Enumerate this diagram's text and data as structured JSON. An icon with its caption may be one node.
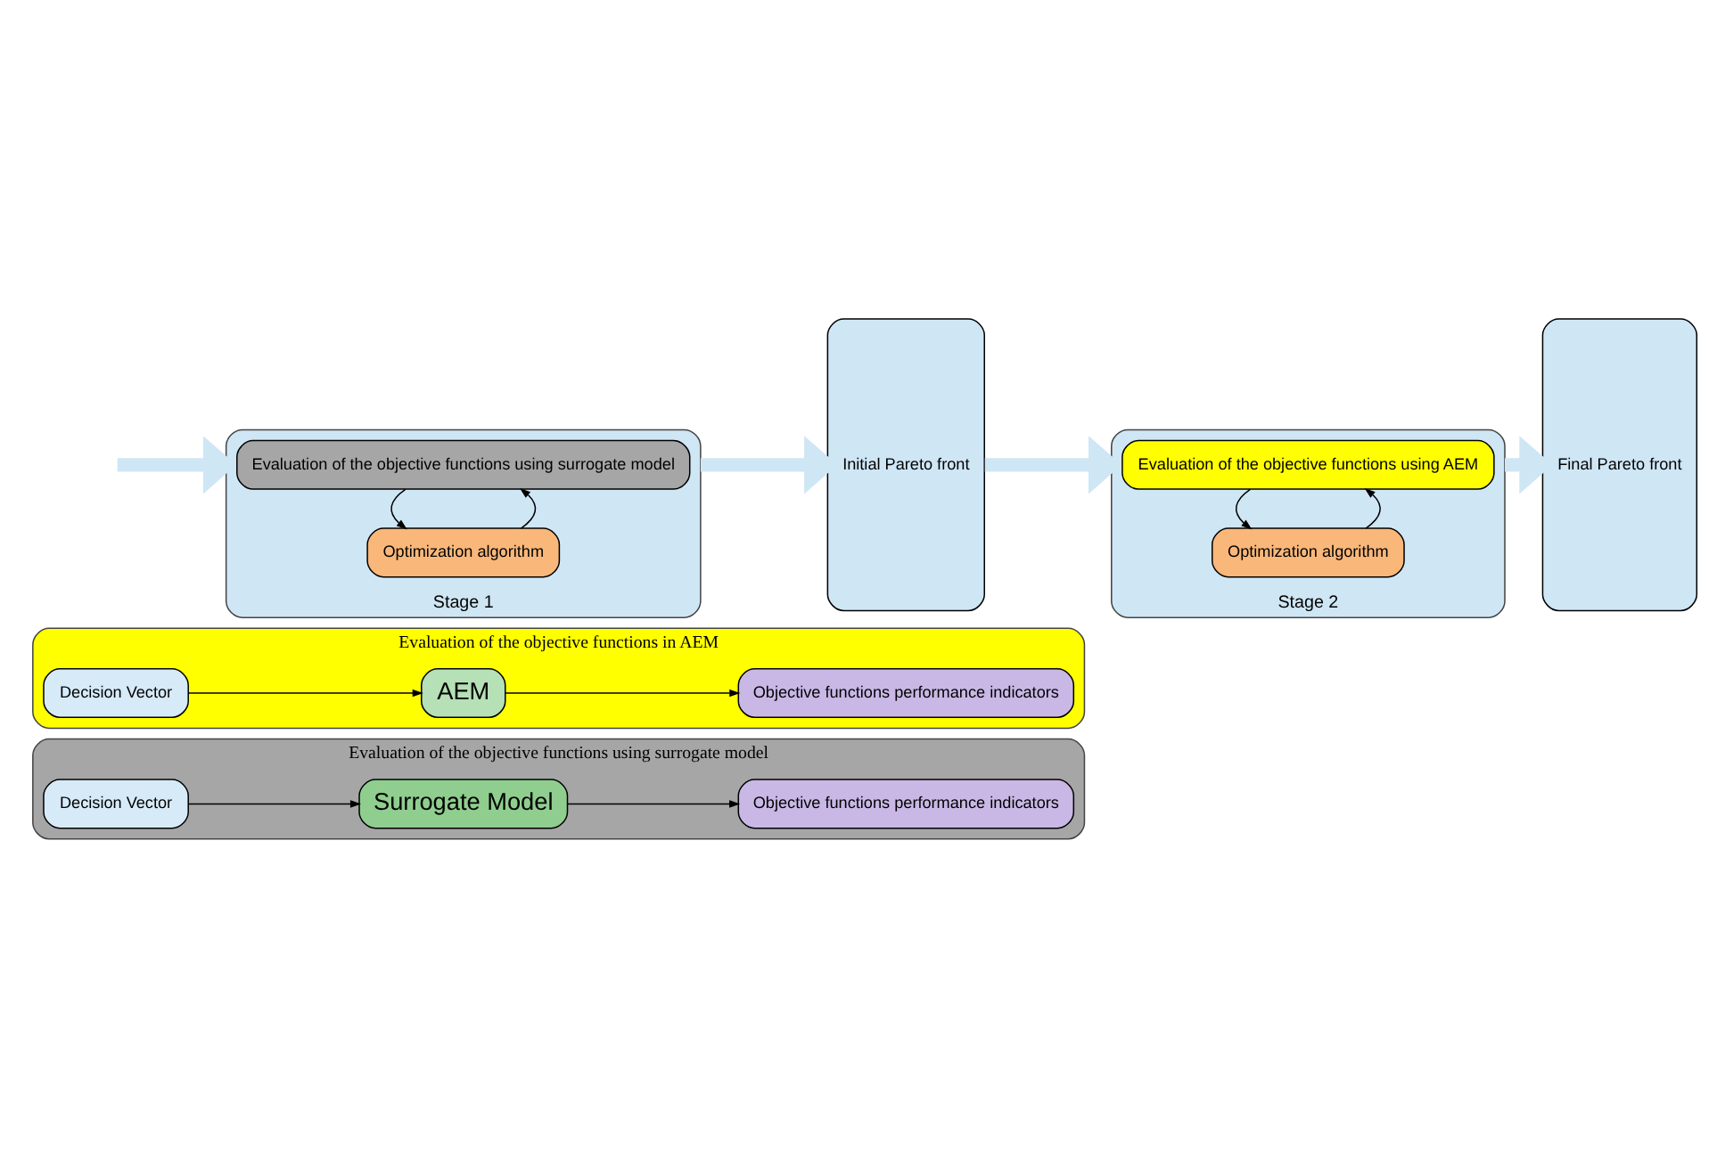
{
  "diagram": {
    "nodes": [
      {
        "text": [
          "Evaluation of the objective functions using surrogate model"
        ]
      },
      {
        "text": [
          "Decision Vector"
        ],
        "in": 0
      },
      {
        "text": [
          "Surrogate Model"
        ],
        "in": 0
      },
      {
        "text": [
          "Objective functions performance indicators"
        ],
        "in": 0
      },
      {
        "text": [
          "Evaluation of the objective functions in AEM"
        ]
      },
      {
        "text": [
          "Decision Vector"
        ],
        "in": 4
      },
      {
        "text": [
          "AEM"
        ],
        "in": 4
      },
      {
        "text": [
          "Objective functions performance indicators"
        ],
        "in": 4
      },
      {
        "text": [
          "Stage 1"
        ]
      },
      {
        "text": [
          "Evaluation of the objective functions using surrogate model"
        ],
        "in": 8
      },
      {
        "text": [
          "Optimization algorithm"
        ],
        "in": 8
      },
      {
        "text": [
          "Initial Pareto front"
        ]
      },
      {
        "text": [
          "Stage 2"
        ]
      },
      {
        "text": [
          "Evaluation of the objective functions using AEM"
        ],
        "in": 12
      },
      {
        "text": [
          "Optimization algorithm"
        ],
        "in": 12
      },
      {
        "text": [
          "Final Pareto front"
        ]
      }
    ],
    "edges": [
      {
        "from": 1,
        "to": 2,
        "arrow": "to"
      },
      {
        "from": 2,
        "to": 3,
        "arrow": "to"
      },
      {
        "from": 5,
        "to": 6,
        "arrow": "to"
      },
      {
        "from": 6,
        "to": 7,
        "arrow": "to"
      },
      {
        "from": 10,
        "to": 9,
        "arrow": "to"
      },
      {
        "from": 9,
        "to": 10,
        "arrow": "to"
      },
      {
        "from": 14,
        "to": 13,
        "arrow": "to"
      },
      {
        "from": 13,
        "to": 14,
        "arrow": "to"
      },
      {
        "from": null,
        "to": 8,
        "arrow": "to",
        "style": "thick",
        "color": "#cfe6f5"
      },
      {
        "from": 8,
        "to": 11,
        "arrow": "to",
        "style": "thick",
        "color": "#cfe6f5"
      },
      {
        "from": 11,
        "to": 12,
        "arrow": "to",
        "style": "thick",
        "color": "#cfe6f5"
      },
      {
        "from": 12,
        "to": 15,
        "arrow": "to",
        "style": "thick",
        "color": "#cfe6f5"
      }
    ]
  }
}
